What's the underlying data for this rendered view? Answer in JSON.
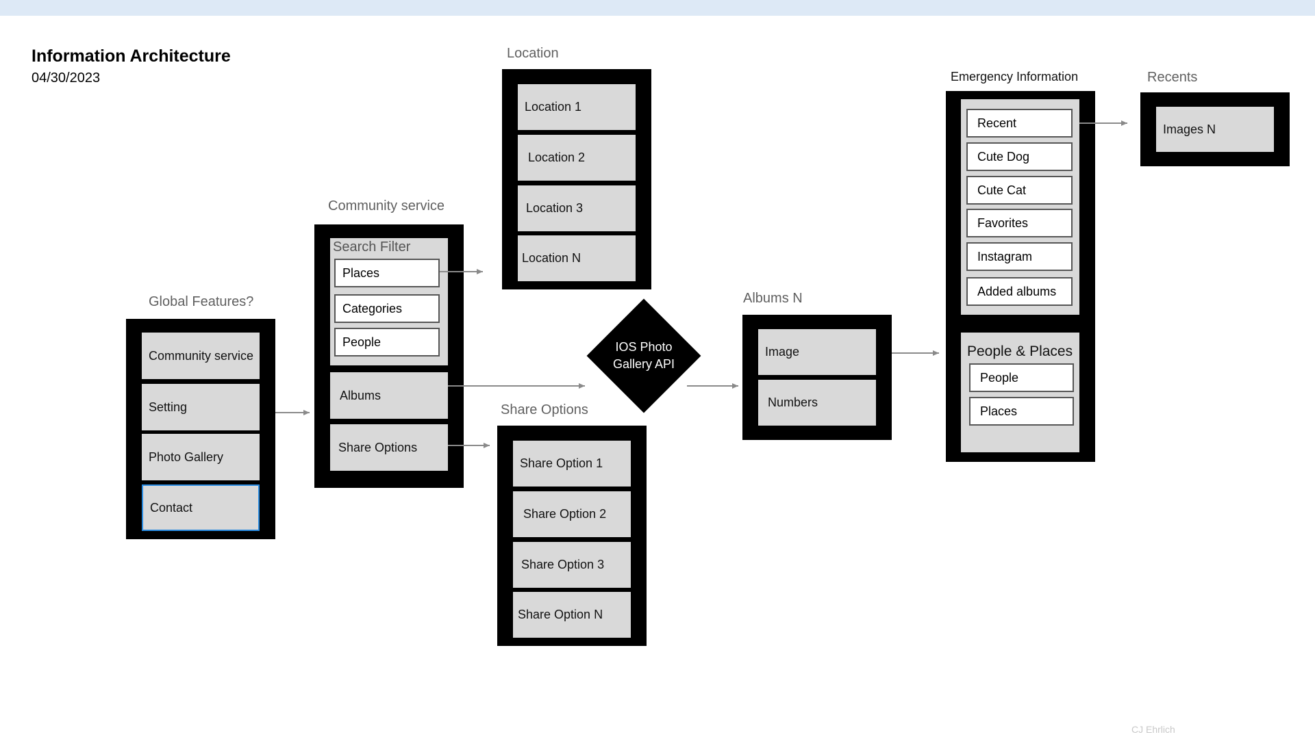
{
  "header": {
    "title": "Information Architecture",
    "date": "04/30/2023"
  },
  "footer": {
    "author": "CJ Ehrlich"
  },
  "global": {
    "label": "Global Features?",
    "items": [
      "Community service",
      "Setting",
      "Photo Gallery",
      "Contact"
    ]
  },
  "community": {
    "label": "Community service",
    "search_filter": {
      "title": "Search Filter",
      "items": [
        "Places",
        "Categories",
        "People"
      ]
    },
    "items": [
      "Albums",
      "Share Options"
    ]
  },
  "location": {
    "label": "Location",
    "items": [
      "Location 1",
      "Location 2",
      "Location 3",
      "Location N"
    ]
  },
  "share": {
    "label": "Share Options",
    "items": [
      "Share Option 1",
      "Share Option 2",
      "Share Option 3",
      "Share Option N"
    ]
  },
  "api": {
    "line1": "IOS Photo",
    "line2": "Gallery API"
  },
  "albums": {
    "label": "Albums N",
    "items": [
      "Image",
      "Numbers"
    ]
  },
  "emergency": {
    "label": "Emergency Information",
    "items": [
      "Recent",
      "Cute Dog",
      "Cute Cat",
      "Favorites",
      "Instagram",
      "Added albums"
    ],
    "people_places": {
      "title": "People & Places",
      "items": [
        "People",
        "Places"
      ]
    }
  },
  "recents": {
    "label": "Recents",
    "items": [
      "Images N"
    ]
  },
  "colors": {
    "frame": "#000000",
    "cell": "#d9d9d9",
    "arrow": "#8a8a8a",
    "selected_border": "#2a8be0",
    "topbar": "#dde9f6"
  }
}
